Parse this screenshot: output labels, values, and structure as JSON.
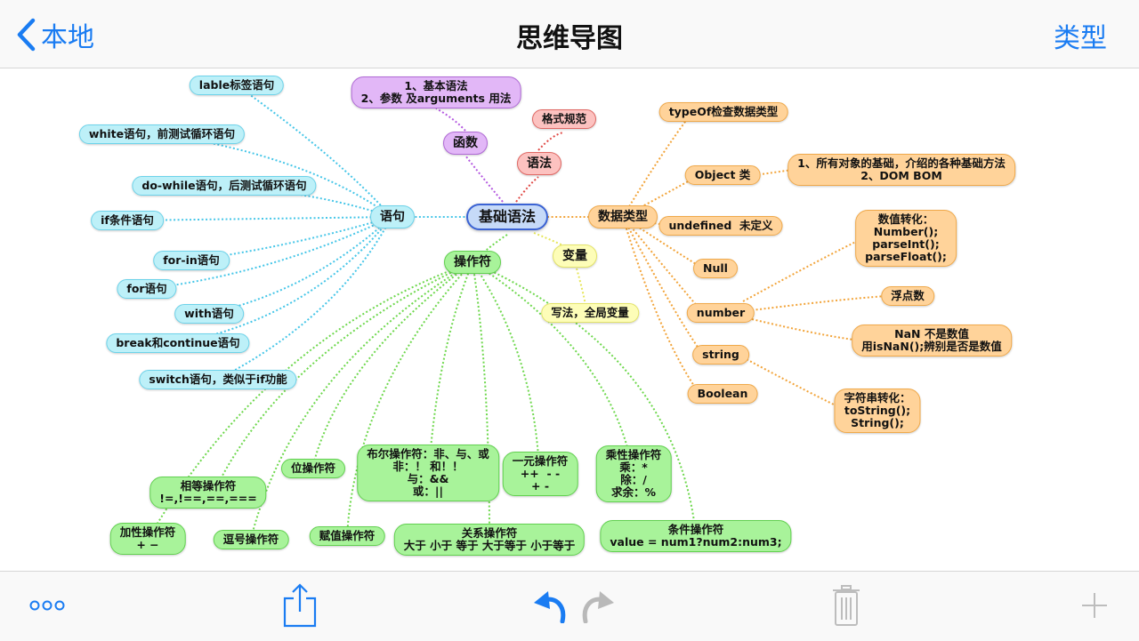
{
  "nav": {
    "back_label": "本地",
    "title": "思维导图",
    "right_label": "类型"
  },
  "colors": {
    "accent": "#1a7cf2",
    "blue": "#46c6e8",
    "green": "#6fd84e",
    "orange": "#f2a43a",
    "purple": "#b459e0",
    "red": "#e04a46",
    "yellow": "#e6e65a",
    "root": "#3b63d4"
  },
  "mindmap": {
    "root": "基础语法",
    "branches": {
      "yuju": {
        "label": "语句",
        "children": [
          "lable标签语句",
          "white语句，前测试循环语句",
          "do-while语句，后测试循环语句",
          "if条件语句",
          "for-in语句",
          "for语句",
          "with语句",
          "break和continue语句",
          "switch语句，类似于if功能"
        ]
      },
      "hanshu": {
        "label": "函数",
        "note": "1、基本语法\n2、参数 及arguments 用法"
      },
      "yufa": {
        "label": "语法",
        "child": "格式规范"
      },
      "shujuleixing": {
        "label": "数据类型",
        "children": [
          "typeOf检查数据类型",
          "Object 类",
          "undefined  未定义",
          "Null",
          "number",
          "string",
          "Boolean"
        ],
        "object_note": "1、所有对象的基础，介绍的各种基础方法\n2、DOM BOM",
        "number_notes": [
          "数值转化：\nNumber();\nparseInt();\nparseFloat();",
          "浮点数",
          "NaN 不是数值\n用isNaN();辨别是否是数值"
        ],
        "string_note": "字符串转化：\ntoString();\nString();"
      },
      "bianliang": {
        "label": "变量",
        "child": "写法，全局变量"
      },
      "caozuofu": {
        "label": "操作符",
        "children": [
          "加性操作符\n+ −",
          "相等操作符\n!=,!==,==,===",
          "逗号操作符",
          "位操作符",
          "赋值操作符",
          "布尔操作符：非、与、或\n非：！ 和！！\n与：&&\n或：||",
          "关系操作符\n大于 小于 等于 大于等于 小于等于",
          "一元操作符\n++  - -\n+ -",
          "乘性操作符\n乘：*\n除：/\n求余：%",
          "条件操作符\nvalue = num1?num2:num3;"
        ]
      }
    }
  },
  "toolbar": {
    "more": "more-icon",
    "share": "share-icon",
    "undo": "undo-icon",
    "redo": "redo-icon",
    "trash": "trash-icon",
    "add": "add-icon"
  }
}
